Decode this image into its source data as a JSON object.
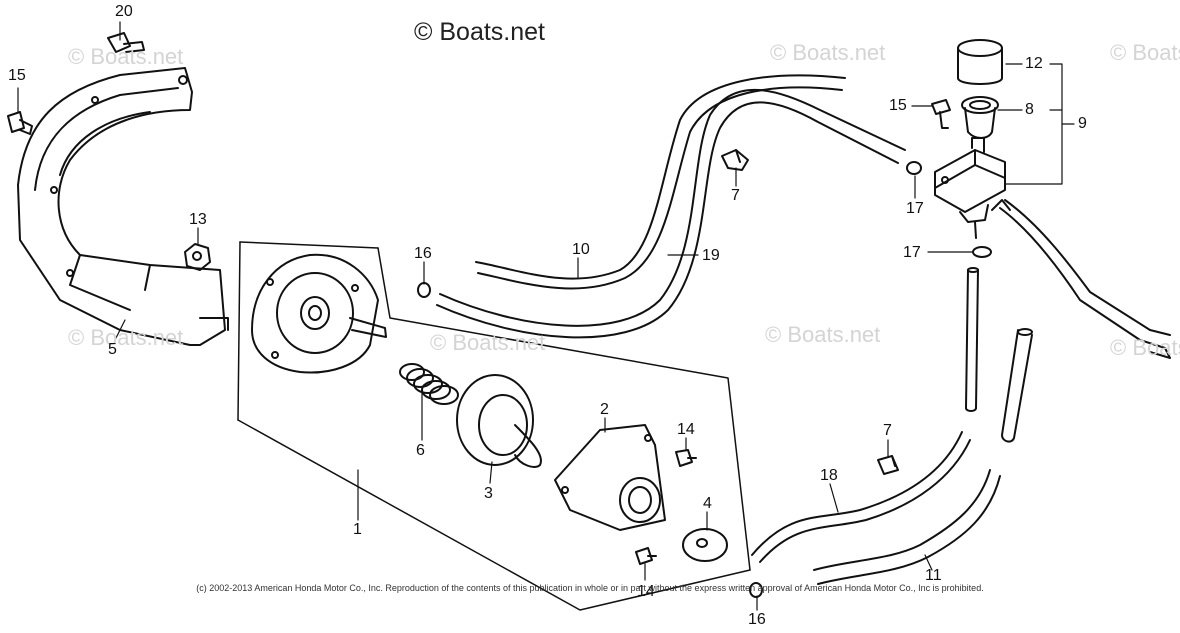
{
  "watermark": {
    "main": "© Boats.net",
    "faint": "© Boats.net"
  },
  "copyright": "(c) 2002-2013 American Honda Motor Co., Inc. Reproduction of the contents of this publication in whole or in part without the express written approval of American Honda Motor Co., Inc is prohibited.",
  "callouts": [
    "1",
    "2",
    "3",
    "4",
    "5",
    "6",
    "7",
    "8",
    "9",
    "10",
    "11",
    "12",
    "13",
    "14",
    "15",
    "16",
    "17",
    "18",
    "19",
    "20"
  ],
  "labels": {
    "c20": "20",
    "c15a": "15",
    "c5": "5",
    "c13": "13",
    "c16a": "16",
    "c10": "10",
    "c19": "19",
    "c7a": "7",
    "c17a": "17",
    "c17b": "17",
    "c15b": "15",
    "c12": "12",
    "c8": "8",
    "c9": "9",
    "c6": "6",
    "c3": "3",
    "c2": "2",
    "c14a": "14",
    "c4": "4",
    "c14b": "14",
    "c1": "1",
    "c7b": "7",
    "c18": "18",
    "c11": "11",
    "c16b": "16"
  }
}
